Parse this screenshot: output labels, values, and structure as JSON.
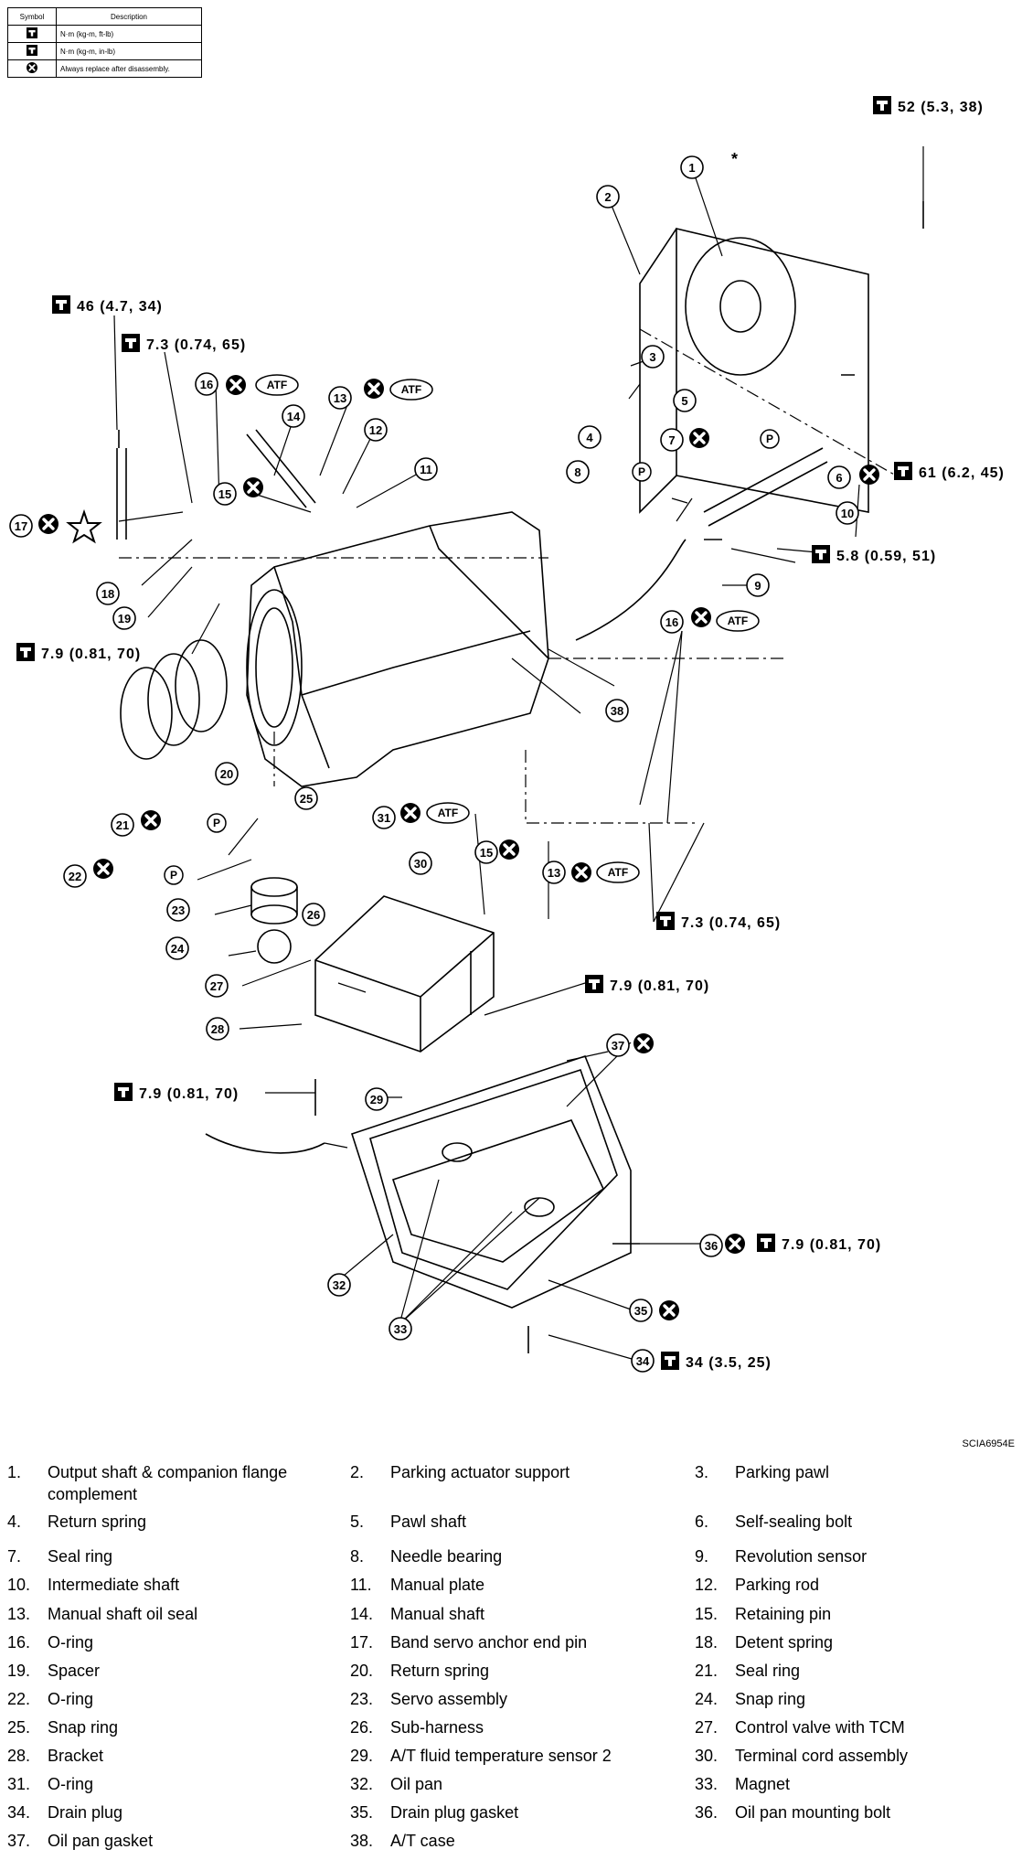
{
  "legend": {
    "header_symbol": "Symbol",
    "header_description": "Description",
    "rows": [
      {
        "icon": "torque-wrench-icon",
        "description": "N·m (kg-m, ft-lb)"
      },
      {
        "icon": "torque-wrench-inlb-icon",
        "description": "N·m (kg-m, in-lb)"
      },
      {
        "icon": "replace-x-icon",
        "description": "Always replace after disassembly."
      }
    ]
  },
  "torque_labels": [
    "52 (5.3, 38)",
    "46 (4.7, 34)",
    "7.3 (0.74, 65)",
    "61 (6.2, 45)",
    "5.8 (0.59, 51)",
    "7.9 (0.81, 70)",
    "7.3 (0.74, 65)",
    "7.9 (0.81, 70)",
    "7.9 (0.81, 70)",
    "7.9 (0.81, 70)",
    "34 (3.5, 25)"
  ],
  "callouts": [
    "1",
    "2",
    "3",
    "4",
    "5",
    "6",
    "7",
    "8",
    "9",
    "10",
    "11",
    "12",
    "13",
    "14",
    "15",
    "16",
    "17",
    "18",
    "19",
    "20",
    "21",
    "22",
    "23",
    "24",
    "25",
    "26",
    "27",
    "28",
    "29",
    "30",
    "31",
    "32",
    "33",
    "34",
    "35",
    "36",
    "37",
    "38",
    "16",
    "13",
    "15"
  ],
  "badges": {
    "atf": "ATF",
    "p": "P",
    "asterisk": "*"
  },
  "figure_code": "SCIA6954E",
  "parts": [
    {
      "num": "1.",
      "label": "Output shaft & companion flange complement"
    },
    {
      "num": "2.",
      "label": "Parking actuator support"
    },
    {
      "num": "3.",
      "label": "Parking pawl"
    },
    {
      "num": "4.",
      "label": "Return spring"
    },
    {
      "num": "5.",
      "label": "Pawl shaft"
    },
    {
      "num": "6.",
      "label": "Self-sealing bolt"
    },
    {
      "num": "7.",
      "label": "Seal ring"
    },
    {
      "num": "8.",
      "label": "Needle bearing"
    },
    {
      "num": "9.",
      "label": "Revolution sensor"
    },
    {
      "num": "10.",
      "label": "Intermediate shaft"
    },
    {
      "num": "11.",
      "label": "Manual plate"
    },
    {
      "num": "12.",
      "label": "Parking rod"
    },
    {
      "num": "13.",
      "label": "Manual shaft oil seal"
    },
    {
      "num": "14.",
      "label": "Manual shaft"
    },
    {
      "num": "15.",
      "label": "Retaining pin"
    },
    {
      "num": "16.",
      "label": "O-ring"
    },
    {
      "num": "17.",
      "label": "Band servo anchor end pin"
    },
    {
      "num": "18.",
      "label": "Detent spring"
    },
    {
      "num": "19.",
      "label": "Spacer"
    },
    {
      "num": "20.",
      "label": "Return spring"
    },
    {
      "num": "21.",
      "label": "Seal ring"
    },
    {
      "num": "22.",
      "label": "O-ring"
    },
    {
      "num": "23.",
      "label": "Servo assembly"
    },
    {
      "num": "24.",
      "label": "Snap ring"
    },
    {
      "num": "25.",
      "label": "Snap ring"
    },
    {
      "num": "26.",
      "label": "Sub-harness"
    },
    {
      "num": "27.",
      "label": "Control valve with TCM"
    },
    {
      "num": "28.",
      "label": "Bracket"
    },
    {
      "num": "29.",
      "label": "A/T fluid temperature sensor 2"
    },
    {
      "num": "30.",
      "label": "Terminal cord assembly"
    },
    {
      "num": "31.",
      "label": "O-ring"
    },
    {
      "num": "32.",
      "label": "Oil pan"
    },
    {
      "num": "33.",
      "label": "Magnet"
    },
    {
      "num": "34.",
      "label": "Drain plug"
    },
    {
      "num": "35.",
      "label": "Drain plug gasket"
    },
    {
      "num": "36.",
      "label": "Oil pan mounting bolt"
    },
    {
      "num": "37.",
      "label": "Oil pan gasket"
    },
    {
      "num": "38.",
      "label": "A/T case"
    }
  ]
}
